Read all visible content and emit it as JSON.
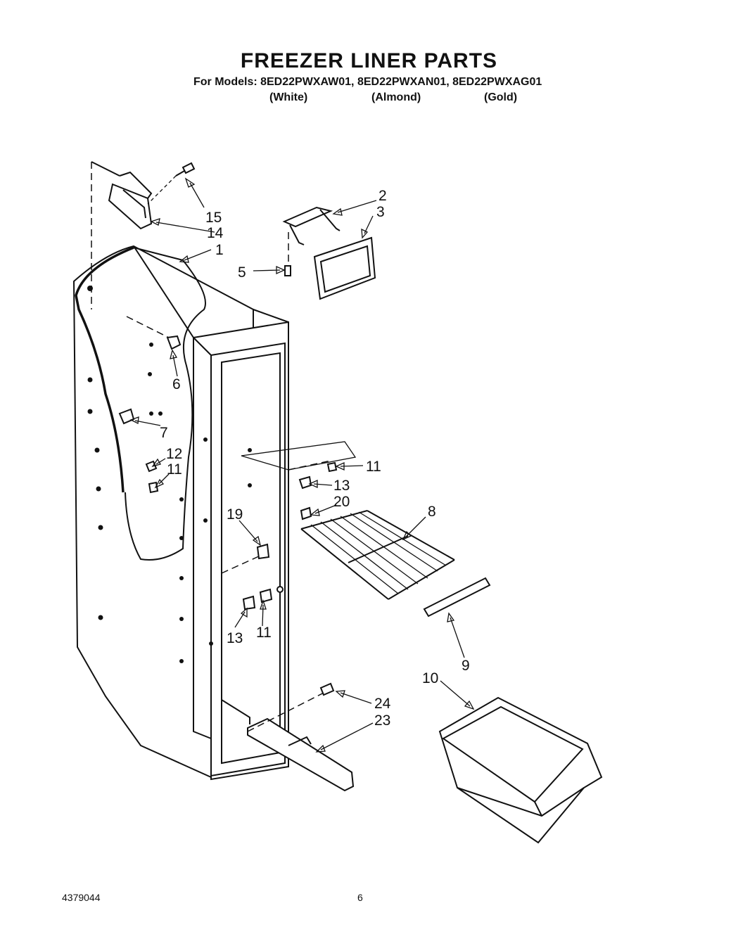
{
  "title": "FREEZER LINER PARTS",
  "models_line": "For Models: 8ED22PWXAW01, 8ED22PWXAN01, 8ED22PWXAG01",
  "finishes": [
    "(White)",
    "(Almond)",
    "(Gold)"
  ],
  "footer": {
    "doc_number": "4379044",
    "page_number": "6"
  },
  "callouts": {
    "c1": "1",
    "c2": "2",
    "c3": "3",
    "c5": "5",
    "c6": "6",
    "c7": "7",
    "c8": "8",
    "c9": "9",
    "c10": "10",
    "c11a": "11",
    "c11b": "11",
    "c11c": "11",
    "c12": "12",
    "c13a": "13",
    "c13b": "13",
    "c14": "14",
    "c15": "15",
    "c19": "19",
    "c20": "20",
    "c23": "23",
    "c24": "24"
  }
}
